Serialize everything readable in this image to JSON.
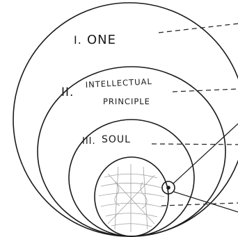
{
  "labels": {
    "one_numeral": "I.",
    "one_text": "ONE",
    "intellect_numeral": "II.",
    "intellect_line1": "INTELLECTUAL",
    "intellect_line2": "PRINCIPLE",
    "soul_numeral": "III.",
    "soul_text": "SOUL"
  },
  "colors": {
    "ink": "#1a1a1a",
    "paper": "#ffffff",
    "sketch": "#8a8a8a"
  }
}
